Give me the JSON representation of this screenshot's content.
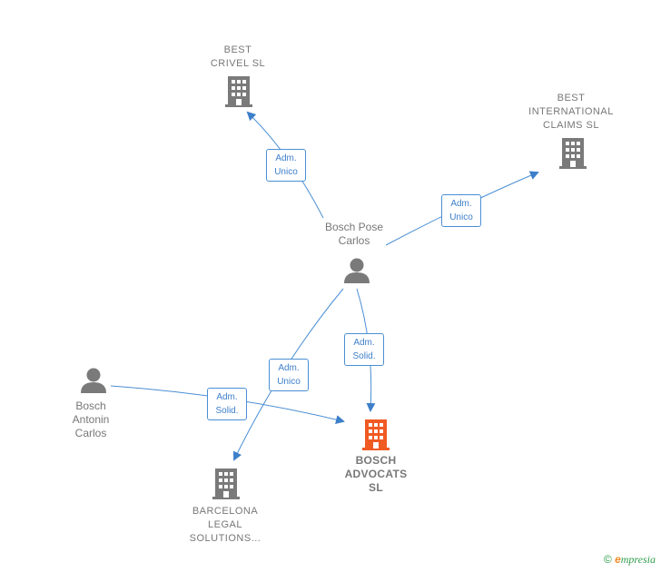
{
  "nodes": {
    "best_crivel": {
      "label": "BEST\nCRIVEL  SL",
      "type": "company"
    },
    "best_international": {
      "label": "BEST\nINTERNATIONAL\nCLAIMS  SL",
      "type": "company"
    },
    "bosch_pose": {
      "label": "Bosch Pose\nCarlos",
      "type": "person"
    },
    "bosch_antonin": {
      "label": "Bosch\nAntonin\nCarlos",
      "type": "person"
    },
    "bosch_advocats": {
      "label": "BOSCH\nADVOCATS\nSL",
      "type": "company-main"
    },
    "barcelona_legal": {
      "label": "BARCELONA\nLEGAL\nSOLUTIONS...",
      "type": "company"
    }
  },
  "edges": [
    {
      "from": "bosch_pose",
      "to": "best_crivel",
      "label": "Adm.\nUnico"
    },
    {
      "from": "bosch_pose",
      "to": "best_international",
      "label": "Adm.\nUnico"
    },
    {
      "from": "bosch_pose",
      "to": "bosch_advocats",
      "label": "Adm.\nSolid."
    },
    {
      "from": "bosch_pose",
      "to": "barcelona_legal",
      "label": "Adm.\nUnico"
    },
    {
      "from": "bosch_antonin",
      "to": "bosch_advocats",
      "label": "Adm.\nSolid."
    }
  ],
  "colors": {
    "edge": "#3d7fc9",
    "company_icon": "#7a7a7a",
    "main_company_icon": "#f05a23",
    "person_icon": "#7a7a7a",
    "label_text": "#777777"
  },
  "footer": {
    "copyright_symbol": "©",
    "brand_initial": "e",
    "brand_rest": "mpresia"
  }
}
